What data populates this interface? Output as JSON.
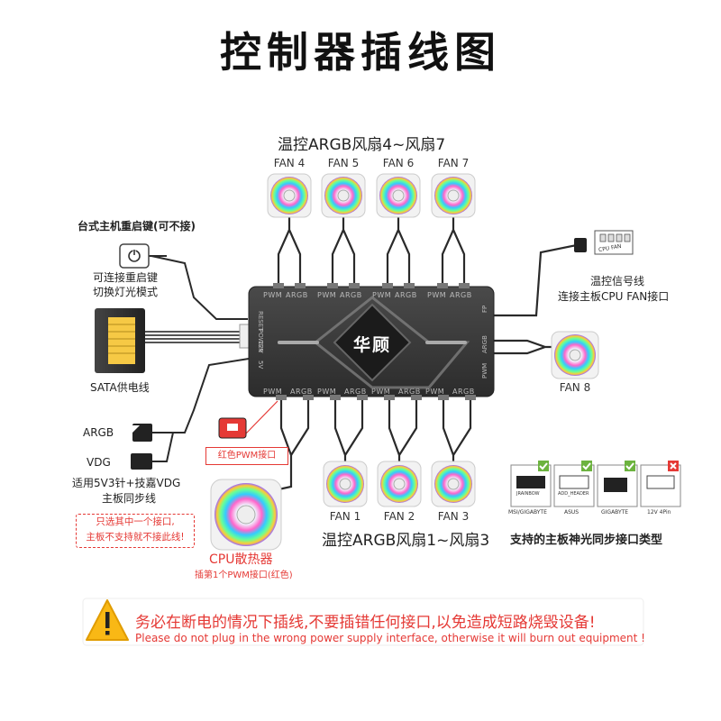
{
  "title": "控制器插线图",
  "top_group_label": "温控ARGB风扇4~风扇7",
  "bottom_group_label": "温控ARGB风扇1~风扇3",
  "top_fans": [
    "FAN 4",
    "FAN 5",
    "FAN 6",
    "FAN 7"
  ],
  "bottom_fans": [
    "FAN 1",
    "FAN 2",
    "FAN 3"
  ],
  "fan8": "FAN 8",
  "reset_key": {
    "title": "台式主机重启键(可不接)",
    "line1": "可连接重启键",
    "line2": "切换灯光模式"
  },
  "sata_label": "SATA供电线",
  "argb_label": "ARGB",
  "vdg_label": "VDG",
  "sync": {
    "line1": "适用5V3针+技嘉VDG",
    "line2": "主板同步线"
  },
  "choose_note": {
    "line1": "只选其中一个接口,",
    "line2": "主板不支持就不接此线!"
  },
  "red_pwm_label": "红色PWM接口",
  "cpu_cooler": {
    "title": "CPU散热器",
    "subtitle": "插第1个PWM接口(红色)"
  },
  "temp_signal": {
    "line1": "温控信号线",
    "line2": "连接主板CPU FAN接口",
    "tag": "CPU FAN"
  },
  "hub": {
    "brand": "华顾",
    "top_ports": [
      "PWM",
      "ARGB",
      "PWM",
      "ARGB",
      "PWM",
      "ARGB",
      "PWM",
      "ARGB"
    ],
    "bottom_ports": [
      "PWM",
      "ARGB",
      "PWM",
      "ARGB",
      "PWM",
      "ARGB",
      "PWM",
      "ARGB"
    ],
    "left_ports": [
      "RESET",
      "POWER",
      "5V",
      "12V"
    ],
    "right_ports": [
      "FP",
      "ARGB",
      "PWM"
    ]
  },
  "mb_headers": {
    "title": "支持的主板神光同步接口类型",
    "items": [
      {
        "brand": "MSI/GIGABYTE",
        "chip": "JRAINBOW",
        "supported": true
      },
      {
        "brand": "ASUS",
        "chip": "ADD_HEADER",
        "supported": true
      },
      {
        "brand": "GIGABYTE",
        "chip": "",
        "supported": true
      },
      {
        "brand": "12V 4Pin",
        "chip": "",
        "supported": false
      }
    ]
  },
  "warning": {
    "cn": "务必在断电的情况下插线,不要插错任何接口,以免造成短路烧毁设备!",
    "en": "Please do not plug in the wrong power supply interface, otherwise it will burn out equipment !"
  },
  "colors": {
    "accent_red": "#e53935",
    "hub_body": "#3a3a3a",
    "check_green": "#6cb33f"
  }
}
